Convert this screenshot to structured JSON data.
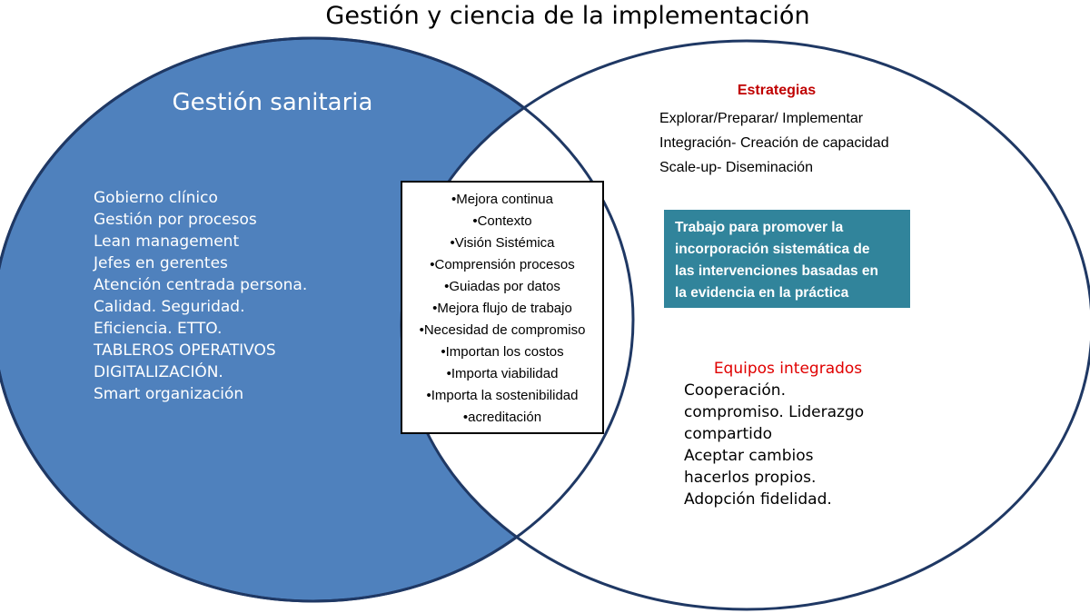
{
  "title": "Gestión y ciencia de la implementación",
  "colors": {
    "left_circle": "#4f81bd",
    "outline": "#1f3864",
    "teal_box": "#31849b",
    "strategies_title": "#c00000",
    "teams_title": "#e00000"
  },
  "left_circle": {
    "title": "Gestión sanitaria",
    "items": [
      "Gobierno clínico",
      "Gestión por procesos",
      "Lean management",
      "Jefes en gerentes",
      "Atención centrada persona.",
      "Calidad. Seguridad.",
      "Eficiencia. ETTO.",
      "TABLEROS OPERATIVOS",
      "DIGITALIZACIÓN.",
      "Smart organización"
    ]
  },
  "intersection": {
    "items": [
      "•Mejora continua",
      "•Contexto",
      "•Visión Sistémica",
      "•Comprensión procesos",
      "•Guiadas por datos",
      "•Mejora flujo de trabajo",
      "•Necesidad de compromiso",
      "•Importan los costos",
      "•Importa  viabilidad",
      "•Importa la sostenibilidad",
      "•acreditación"
    ]
  },
  "right_circle": {
    "strategies_title": "Estrategias",
    "strategies": [
      "Explorar/Preparar/ Implementar",
      "Integración- Creación de capacidad",
      "Scale-up- Diseminación"
    ],
    "definition_lines": [
      "Trabajo  para promover  la",
      "incorporación sistemática  de",
      "las intervenciones  basadas en",
      "la evidencia en la práctica"
    ],
    "teams_title": "Equipos integrados",
    "teams": [
      "Cooperación.",
      "compromiso. Liderazgo",
      "compartido",
      "Aceptar cambios",
      "hacerlos propios.",
      "Adopción fidelidad."
    ]
  }
}
